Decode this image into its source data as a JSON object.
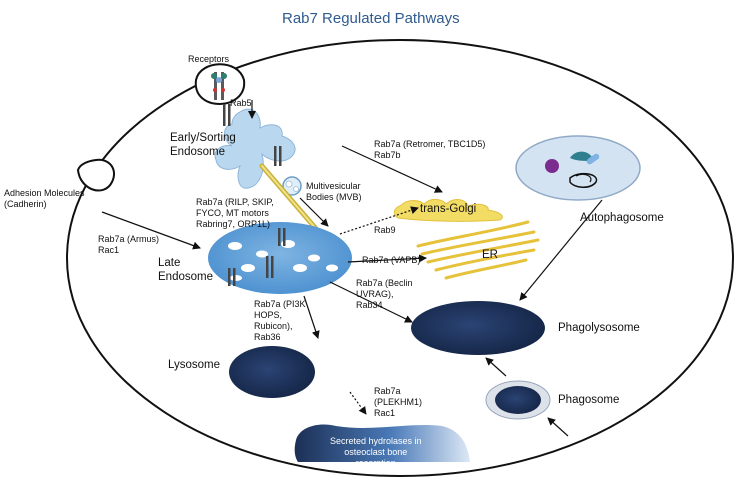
{
  "title": "Rab7 Regulated Pathways",
  "colors": {
    "title": "#2f5b8f",
    "endosome": "#b9d7ef",
    "late_endosome": "#5e9fd6",
    "dark_organelle": "#1c2f55",
    "golgi": "#f3dc63",
    "er": "#e6c23a",
    "secreted": "#4a7ab8"
  },
  "labels": {
    "receptors": "Receptors",
    "rab5": "Rab5",
    "early_endosome": [
      "Early/Sorting",
      "Endosome"
    ],
    "retromer": [
      "Rab7a (Retromer, TBC1D5)",
      "Rab7b"
    ],
    "adhesion": [
      "Adhesion Molecules",
      "(Cadherin)"
    ],
    "mvb": [
      "Multivesicular",
      "Bodies (MVB)"
    ],
    "rilp": [
      "Rab7a (RILP, SKIP,",
      "FYCO, MT motors",
      "Rabring7, ORP1L)"
    ],
    "trans_golgi": "trans-Golgi",
    "autophagosome": "Autophagosome",
    "armus": [
      "Rab7a (Armus)",
      "Rac1"
    ],
    "rab9": "Rab9",
    "late_endosome": [
      "Late",
      "Endosome"
    ],
    "vapb": "Rab7a (VAPB)",
    "er": "ER",
    "beclin": [
      "Rab7a (Beclin",
      "UVRAG),",
      "Rab34"
    ],
    "pi3k": [
      "Rab7a (PI3K",
      "HOPS,",
      "Rubicon),",
      "Rab36"
    ],
    "phagolysosome": "Phagolysosome",
    "lysosome": "Lysosome",
    "plekhm1": [
      "Rab7a",
      "(PLEKHM1)",
      "Rac1"
    ],
    "phagosome": "Phagosome",
    "secreted": [
      "Secreted hydrolases in",
      "osteoclast bone",
      "resorption"
    ]
  }
}
